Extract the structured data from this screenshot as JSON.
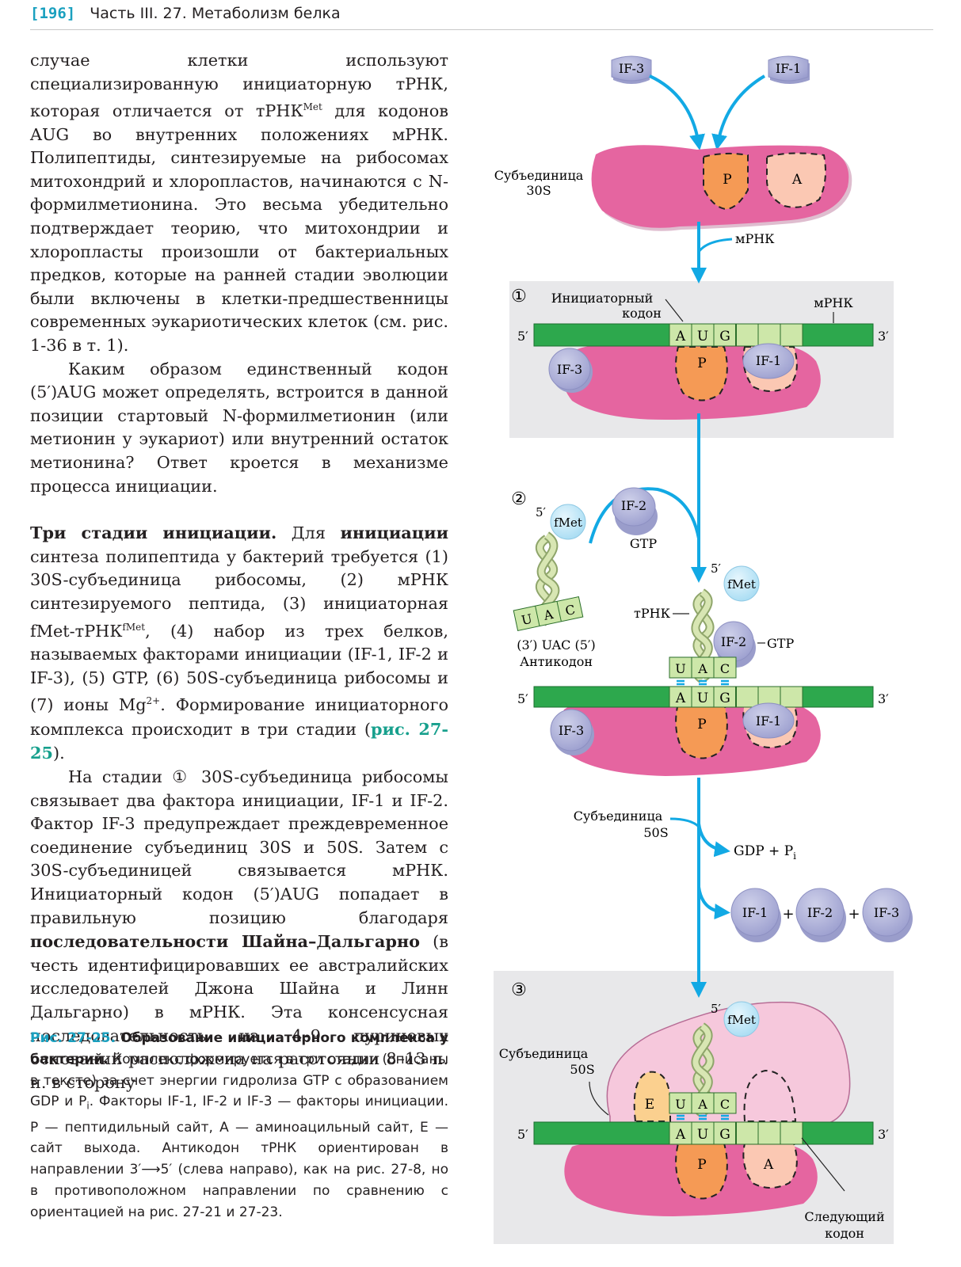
{
  "header": {
    "page_number": "[196]",
    "title": "Часть III. 27. Метаболизм белка"
  },
  "body": {
    "p1": "случае клетки используют специализированную инициаторную тРНК, которая отличается от тРНК",
    "p1_sup": "Met",
    "p1_rest": " для кодонов AUG во внутренних положениях мРНК. Полипептиды, синтезируемые на рибосомах митохондрий и хлоропластов, начинаются с N-формилметионина. Это весьма убедительно подтверждает теорию, что митохондрии и хлоропласты произошли от бактериальных предков, которые на ранней стадии эволюции были включены в клетки-предшественницы современных эукариотических клеток (см. рис. 1-36 в т. 1).",
    "p2": "Каким образом единственный кодон (5′)AUG может определять, встроится в данной позиции стартовый N-формилметионин (или метионин у эукариот) или внутренний остаток метионина? Ответ кроется в механизме процесса инициации.",
    "p3_bold": "Три стадии инициации.",
    "p3_a": " Для ",
    "p3_bold2": "инициации",
    "p3_b": " синтеза полипептида у бактерий требуется (1) 30S-субъединица рибосомы, (2) мРНК синтезируемого пептида, (3) инициаторная fMet-тРНК",
    "p3_sup": "fMet",
    "p3_c": ", (4) набор из трех белков, называемых факторами инициации (IF-1, IF-2 и IF-3), (5) GTP, (6) 50S-субъединица рибосомы и (7) ионы Mg",
    "p3_sup2": "2+",
    "p3_d": ". Формирование инициаторного комплекса происходит в три стадии (",
    "p3_ref": "рис. 27-25",
    "p3_e": ").",
    "p4_a": "На стадии ",
    "p4_circ": "①",
    "p4_b": " 30S-субъединица рибосомы связывает два фактора инициации, IF-1 и IF-2. Фактор IF-3 предупреждает преждевременное соединение субъединиц 30S и 50S. Затем с 30S-субъединицей связывается мРНК. Инициаторный кодон (5′)AUG попадает в правильную позицию благодаря ",
    "p4_bold": "последовательности Шайна–Дальгарно",
    "p4_c": " (в честь идентифицировавших ее австралийских исследователей Джона Шайна и Линн Дальгарно) в мРНК. Эта консенсусная последовательность из 4–9 пуриновых оснований расположена на расстоянии 8–13 п. н. в сторону"
  },
  "caption": {
    "label": "Рис. 27-25.",
    "title": " Образование инициаторного комплекса у бактерий.",
    "text_a": " Комплекс формируется в три стадии (описаны в тексте) за счет энергии гидролиза GTP с образованием GDP и P",
    "text_sub": "i",
    "text_b": ". Факторы IF-1, IF-2 и IF-3 — факторы инициации. P — пептидильный сайт, A — аминоацильный сайт, E — сайт выхода. Антикодон тРНК ориентирован в направлении 3′⟶5′ (слева направо), как на рис. 27-8, но в противоположном направлении по сравнению с ориентацией на рис. 27-21 и 27-23."
  },
  "diagram": {
    "if1": "IF-1",
    "if2": "IF-2",
    "if3": "IF-3",
    "site_p": "P",
    "site_a": "A",
    "site_e": "E",
    "subunit30_l1": "Субъединица",
    "subunit30_l2": "30S",
    "mrna": "мРНК",
    "stage1": "①",
    "stage2": "②",
    "stage3": "③",
    "init_codon_l1": "Инициаторный",
    "init_codon_l2": "кодон",
    "five": "5′",
    "three": "3′",
    "codon_a": "A",
    "codon_u": "U",
    "codon_g": "G",
    "codon_c": "C",
    "fmet": "fMet",
    "gtp": "GTP",
    "trna": "тРНК",
    "anticodon_l1": "(3′) UAC (5′)",
    "anticodon_l2": "Антикодон",
    "subunit50_l1": "Субъединица",
    "subunit50_l2": "50S",
    "gdp": "GDP + P",
    "gdp_sub": "i",
    "plus": "+",
    "next_codon_l1": "Следующий",
    "next_codon_l2": "кодон"
  }
}
